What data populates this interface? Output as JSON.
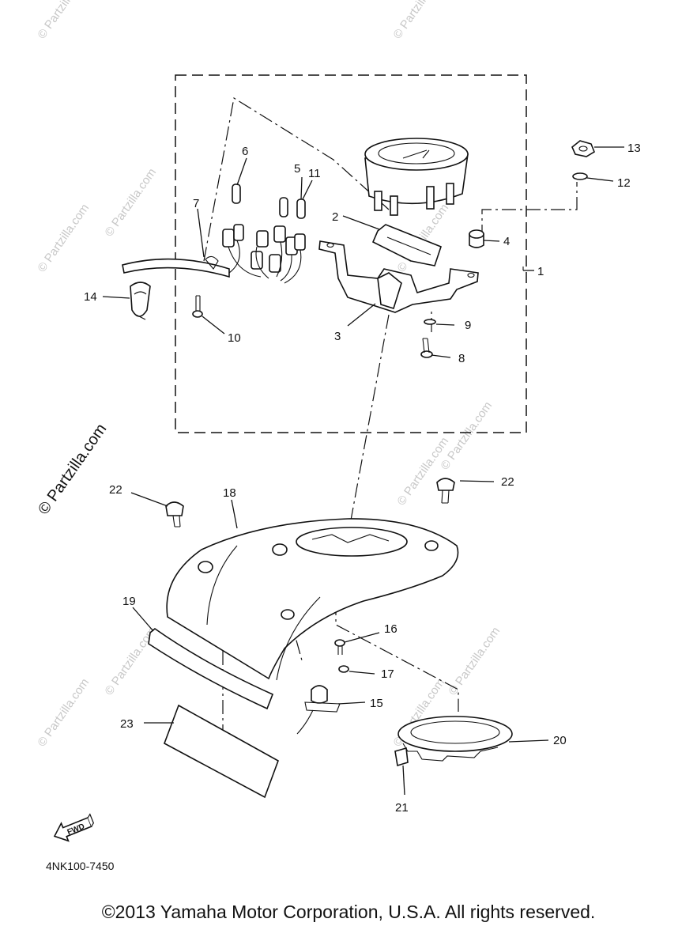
{
  "callouts": [
    "1",
    "2",
    "3",
    "4",
    "5",
    "6",
    "7",
    "8",
    "9",
    "10",
    "11",
    "12",
    "13",
    "14",
    "15",
    "16",
    "17",
    "18",
    "19",
    "20",
    "21",
    "22",
    "22",
    "23"
  ],
  "fwd_label": "FWD",
  "diagram_code": "4NK100-7450",
  "copyright": "©2013  Yamaha Motor Corporation, U.S.A. All rights reserved.",
  "watermarks": [
    "© Partzilla.com",
    "© Partzilla.com",
    "© Partzilla.com",
    "© Partzilla.com",
    "© Partzilla.com",
    "© Partzilla.com",
    "© Partzilla.com",
    "© Partzilla.com",
    "© Partzilla.com",
    "© Partzilla.com",
    "© Partzilla.com"
  ],
  "watermark_side": "© Partzilla.com"
}
